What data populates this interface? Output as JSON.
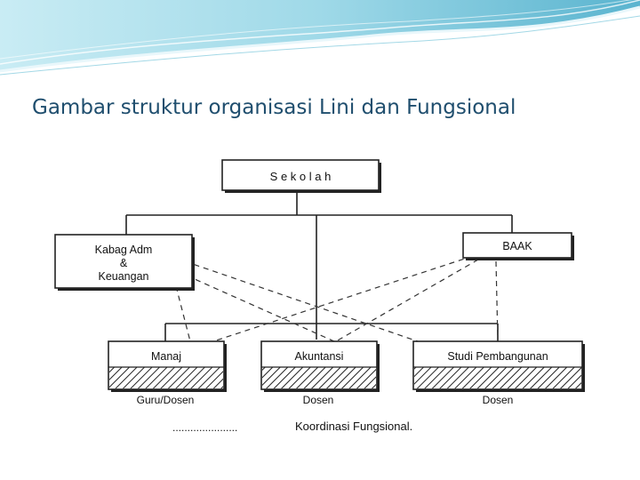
{
  "slide": {
    "title": "Gambar struktur organisasi Lini dan Fungsional"
  },
  "diagram": {
    "top_box": "S e k o l a h",
    "left_box": {
      "line1": "Kabag Adm",
      "line2": "&",
      "line3": "Keuangan"
    },
    "right_box": "BAAK",
    "units": [
      {
        "label": "Manaj",
        "caption": "Guru/Dosen"
      },
      {
        "label": "Akuntansi",
        "caption": "Dosen"
      },
      {
        "label": "Studi Pembangunan",
        "caption": "Dosen"
      }
    ],
    "legend_dots": "......................",
    "legend_text": "Koordinasi Fungsional."
  }
}
